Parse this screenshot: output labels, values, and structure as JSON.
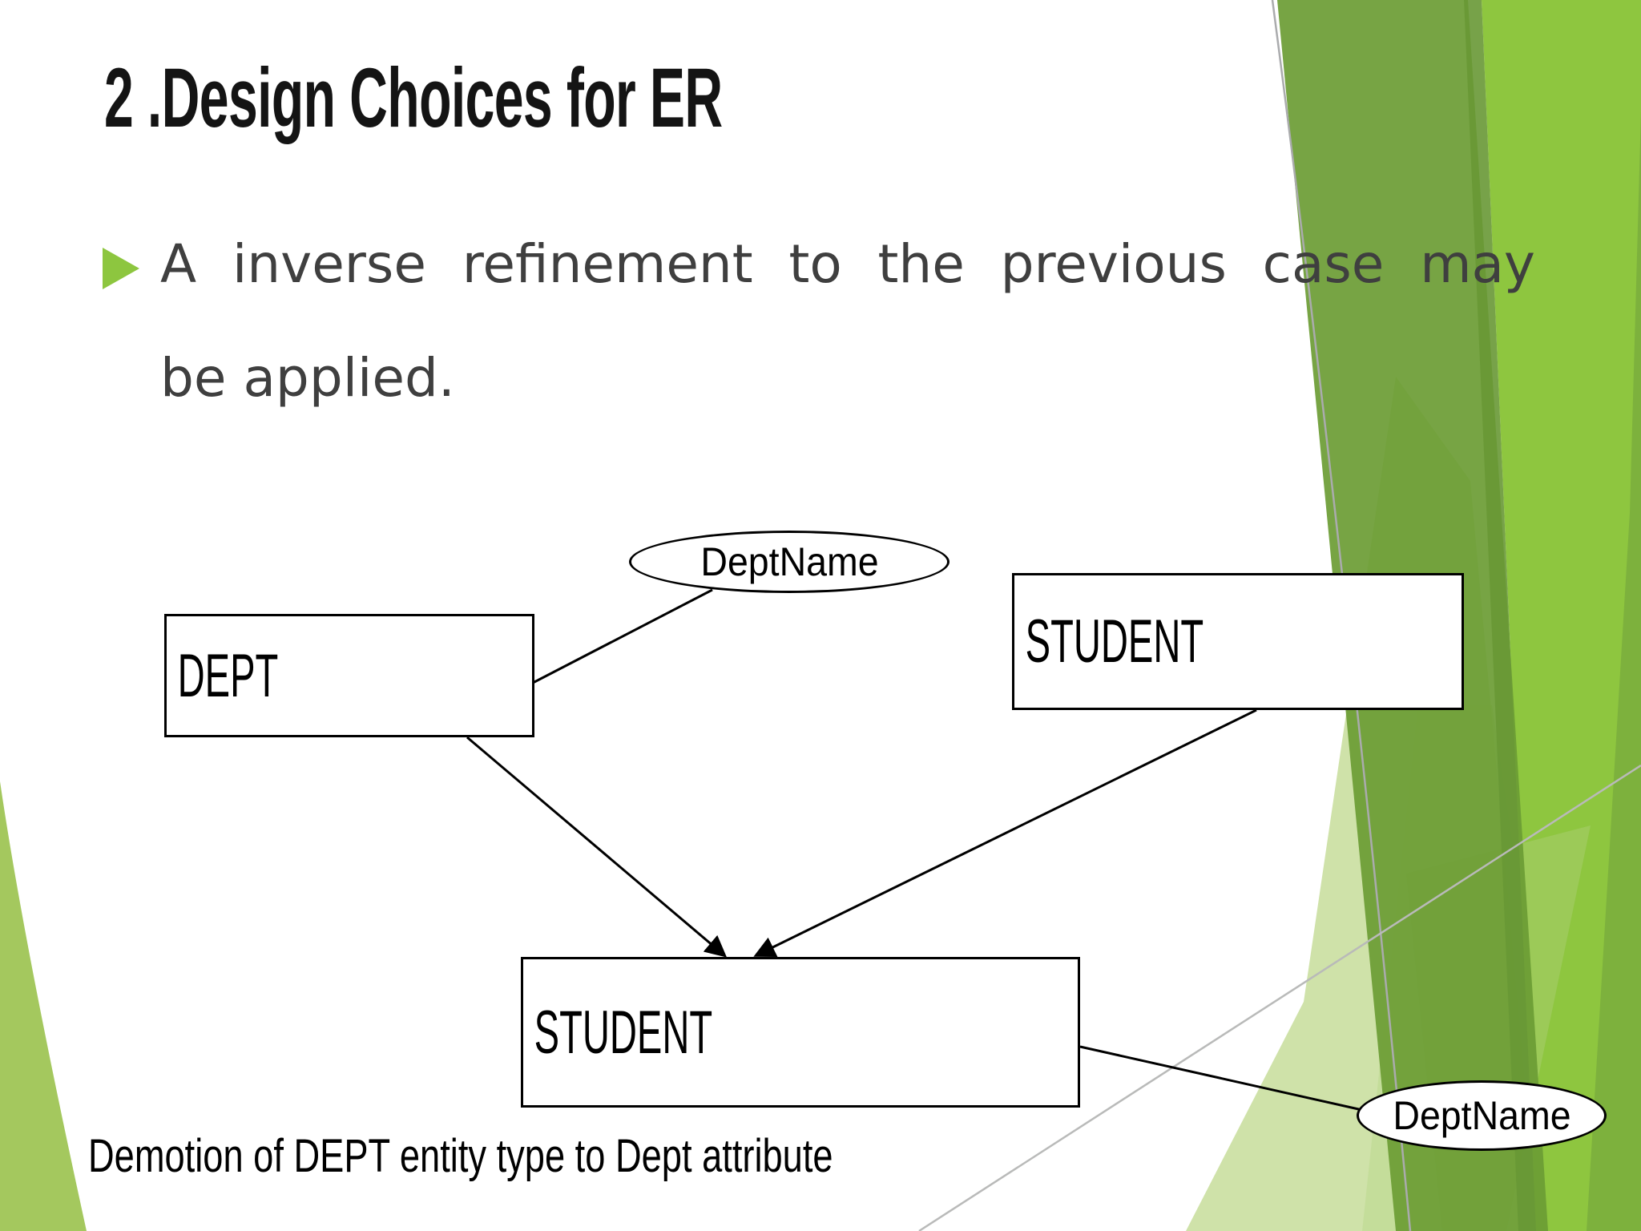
{
  "slide": {
    "title": "2 .Design Choices for ER",
    "bullet": {
      "line1": "A inverse refinement to the previous case may",
      "line2": "be applied."
    },
    "caption": "Demotion of DEPT entity type to Dept attribute"
  },
  "diagram": {
    "entities": [
      {
        "id": "dept",
        "label": "DEPT"
      },
      {
        "id": "student-top",
        "label": "STUDENT"
      },
      {
        "id": "student-bottom",
        "label": "STUDENT"
      }
    ],
    "attributes": [
      {
        "id": "deptname-top",
        "label": "DeptName"
      },
      {
        "id": "deptname-bottom",
        "label": "DeptName"
      }
    ],
    "relations": [
      {
        "from": "dept",
        "to": "deptname-top",
        "arrow": false
      },
      {
        "from": "dept",
        "to": "student-bottom",
        "arrow": true
      },
      {
        "from": "student-top",
        "to": "student-bottom",
        "arrow": true
      },
      {
        "from": "student-bottom",
        "to": "deptname-bottom",
        "arrow": false
      }
    ]
  },
  "colors": {
    "bullet_accent": "#8dc63f",
    "title_text": "#141414",
    "body_text": "#3f3f3f",
    "diagram_stroke": "#000000",
    "bg_green_pale": "#cfe2a9",
    "bg_green_mid": "#6b9c34",
    "bg_green_bright": "#8ec63f",
    "bg_green_dark": "#689835",
    "bg_green_corner_wedge": "#a4c85e",
    "bg_gray_line": "#aaabad"
  }
}
